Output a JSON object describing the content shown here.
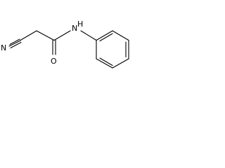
{
  "molecule": {
    "atoms": {
      "n_nitrile": "N",
      "o_carbonyl": "O",
      "n_amide": "N",
      "h_amide": "H"
    }
  }
}
